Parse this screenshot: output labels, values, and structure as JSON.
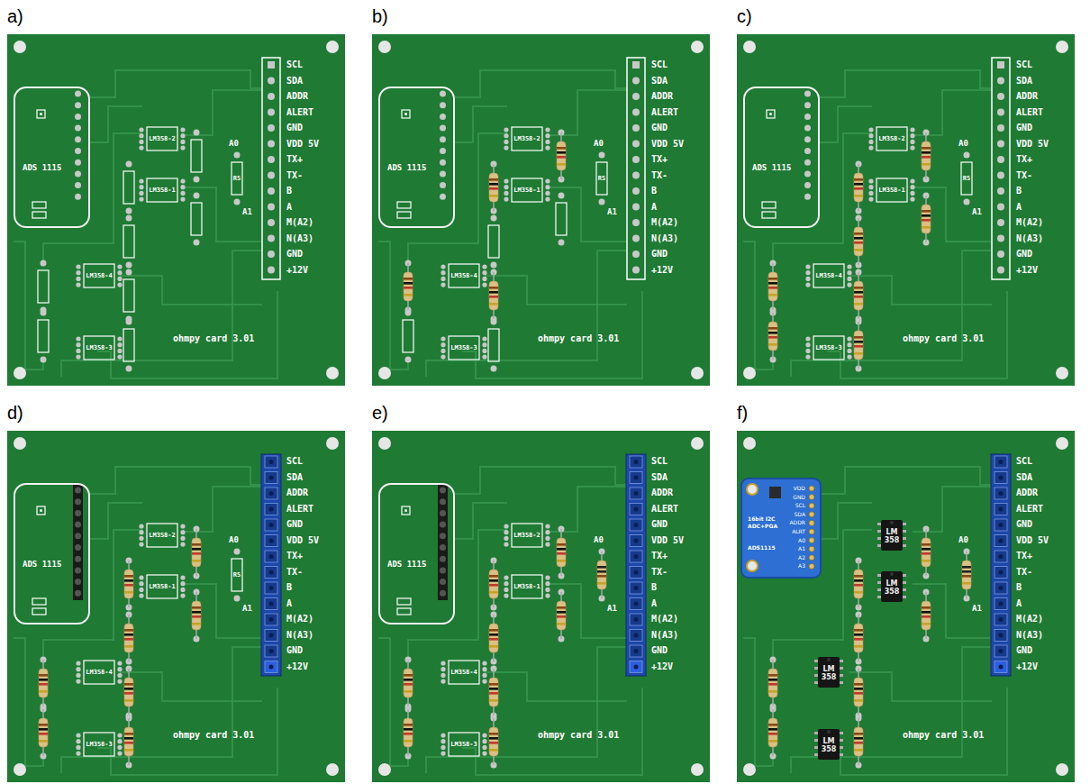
{
  "diagram": {
    "nodes": [
      {
        "text": [
          "ohmpy card 3.01"
        ]
      },
      {
        "text": [
          "ADS 1115"
        ],
        "in": 0
      },
      {
        "text": [
          "ohmpy card 3.01"
        ]
      },
      {
        "text": [
          "ADS 1115"
        ],
        "in": 2
      },
      {
        "text": [
          "ohmpy card 3.01"
        ]
      },
      {
        "text": [
          "ADS 1115"
        ],
        "in": 4
      },
      {
        "text": [
          "ohmpy card 3.01"
        ]
      },
      {
        "text": [
          "ADS 1115"
        ],
        "in": 6
      },
      {
        "text": [
          "ohmpy card 3.01"
        ]
      },
      {
        "text": [
          "ADS 1115"
        ],
        "in": 8
      },
      {
        "text": [
          "ohmpy card 3.01"
        ]
      },
      {
        "text": [
          "16bit I2C ADC+PGA",
          "ADS1115"
        ],
        "in": 10
      }
    ],
    "labels": [
      "a)",
      "SCL",
      "SDA",
      "ADDR",
      "ALERT",
      "GND",
      "VDD 5V",
      "TX+",
      "TX-",
      "B",
      "A",
      "M(A2)",
      "N(A3)",
      "GND",
      "+12V",
      "A0",
      "A1",
      "LM358-2",
      "LM358-1",
      "LM358-4",
      "LM358-3",
      "R5",
      "b)",
      "SCL",
      "SDA",
      "ADDR",
      "ALERT",
      "GND",
      "VDD 5V",
      "TX+",
      "TX-",
      "B",
      "A",
      "M(A2)",
      "N(A3)",
      "GND",
      "+12V",
      "A0",
      "A1",
      "LM358-2",
      "LM358-1",
      "LM358-4",
      "LM358-3",
      "R5",
      "c)",
      "SCL",
      "SDA",
      "ADDR",
      "ALERT",
      "GND",
      "VDD 5V",
      "TX+",
      "TX-",
      "B",
      "A",
      "M(A2)",
      "N(A3)",
      "GND",
      "+12V",
      "A0",
      "A1",
      "LM358-2",
      "LM358-1",
      "LM358-4",
      "LM358-3",
      "R5",
      "d)",
      "SCL",
      "SDA",
      "ADDR",
      "ALERT",
      "GND",
      "VDD 5V",
      "TX+",
      "TX-",
      "B",
      "A",
      "M(A2)",
      "N(A3)",
      "GND",
      "+12V",
      "A0",
      "A1",
      "LM358-2",
      "LM358-1",
      "LM358-4",
      "LM358-3",
      "R5",
      "e)",
      "SCL",
      "SDA",
      "ADDR",
      "ALERT",
      "GND",
      "VDD 5V",
      "TX+",
      "TX-",
      "B",
      "A",
      "M(A2)",
      "N(A3)",
      "GND",
      "+12V",
      "A0",
      "A1",
      "LM358-2",
      "LM358-1",
      "LM358-4",
      "LM358-3",
      "f)",
      "SCL",
      "SDA",
      "ADDR",
      "ALERT",
      "GND",
      "VDD 5V",
      "TX+",
      "TX-",
      "B",
      "A",
      "M(A2)",
      "N(A3)",
      "GND",
      "+12V",
      "A0",
      "A1",
      "LM 358",
      "LM 358",
      "LM 358",
      "LM 358",
      "VDD",
      "GND",
      "SCL",
      "SDA",
      "ADDR",
      "ALRT",
      "A0",
      "A1",
      "A2",
      "A3"
    ]
  }
}
